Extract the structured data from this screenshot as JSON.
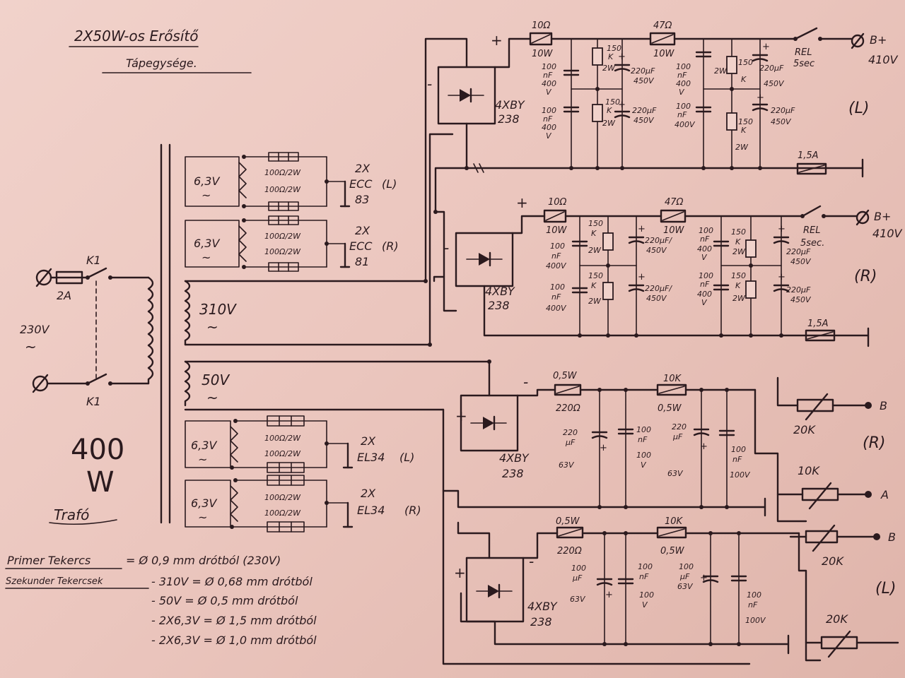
{
  "title": {
    "line1": "2X50W-os Erősítő",
    "line2": "Tápegysége."
  },
  "mains": {
    "fuse": "2A",
    "switch_top": "K1",
    "switch_bottom": "K1",
    "voltage": "230V",
    "ac": "~"
  },
  "transformer": {
    "power_num": "400",
    "power_unit": "W",
    "label": "Trafó"
  },
  "windings": {
    "w1": {
      "volt": "6,3V",
      "ac": "~",
      "r1": "100Ω/2W",
      "r2": "100Ω/2W",
      "tube_count": "2X",
      "tube_name": "ECC",
      "tube_side": "(L)",
      "tube_num": "83"
    },
    "w2": {
      "volt": "6,3V",
      "ac": "~",
      "r1": "100Ω/2W",
      "r2": "100Ω/2W",
      "tube_count": "2X",
      "tube_name": "ECC",
      "tube_side": "(R)",
      "tube_num": "81"
    },
    "hv": {
      "volt": "310V",
      "ac": "~"
    },
    "bias": {
      "volt": "50V",
      "ac": "~"
    },
    "w3": {
      "volt": "6,3V",
      "ac": "~",
      "r1": "100Ω/2W",
      "r2": "100Ω/2W",
      "tube_count": "2X",
      "tube_name": "EL34",
      "tube_side": "(L)"
    },
    "w4": {
      "volt": "6,3V",
      "ac": "~",
      "r1": "100Ω/2W",
      "r2": "100Ω/2W",
      "tube_count": "2X",
      "tube_name": "EL34",
      "tube_side": "(R)"
    }
  },
  "hv_left": {
    "rect_plus": "+",
    "rect_minus": "-",
    "rect_label": "4XBY",
    "rect_num": "238",
    "r1_val": "10Ω",
    "r1_w": "10W",
    "r2_val": "47Ω",
    "r2_w": "10W",
    "c_top": [
      "100",
      "nF",
      "400",
      "V"
    ],
    "c_bot": [
      "100",
      "nF",
      "400",
      "V"
    ],
    "res150_a": [
      "150",
      "K",
      "2W"
    ],
    "res150_b": [
      "150",
      "K",
      "2W"
    ],
    "el1": [
      "220μF",
      "450V"
    ],
    "el2": [
      "220μF",
      "450V"
    ],
    "c2_top": [
      "100",
      "nF",
      "400",
      "V"
    ],
    "c2_bot": [
      "100",
      "nF",
      "400V"
    ],
    "res150_c": [
      "2W",
      "150",
      "K"
    ],
    "res150_d": [
      "150",
      "K",
      "2W"
    ],
    "el3": [
      "220μF",
      "450V"
    ],
    "el4": [
      "220μF",
      "450V"
    ],
    "relay": "REL",
    "relay_time": "5sec",
    "out": "B+",
    "out_v": "410V",
    "fuse": "1,5A",
    "side": "(L)"
  },
  "hv_right": {
    "rect_plus": "+",
    "rect_minus": "-",
    "rect_label": "4XBY",
    "rect_num": "238",
    "r1_val": "10Ω",
    "r1_w": "10W",
    "r2_val": "47Ω",
    "r2_w": "10W",
    "c_top": [
      "100",
      "nF",
      "400V"
    ],
    "c_bot": [
      "100",
      "nF",
      "400V"
    ],
    "res150_a": [
      "150",
      "K",
      "2W"
    ],
    "res150_b": [
      "150",
      "K",
      "2W"
    ],
    "el1": [
      "220μF/",
      "450V"
    ],
    "el2": [
      "220μF/",
      "450V"
    ],
    "c2_top": [
      "100",
      "nF",
      "400",
      "V"
    ],
    "c2_bot": [
      "100",
      "nF",
      "400",
      "V"
    ],
    "res150_c": [
      "150",
      "K",
      "2W"
    ],
    "res150_d": [
      "150",
      "K",
      "2W"
    ],
    "el3": [
      "220μF",
      "450V"
    ],
    "el4": [
      "220μF",
      "450V"
    ],
    "relay": "REL",
    "relay_time": "5sec.",
    "out": "B+",
    "out_v": "410V",
    "fuse": "1,5A",
    "side": "(R)"
  },
  "bias_right": {
    "rect_plus": "+",
    "rect_minus": "-",
    "rect_label": "4XBY",
    "rect_num": "238",
    "r1_w": "0,5W",
    "r1_val": "220Ω",
    "r2_val": "10K",
    "r2_w": "0,5W",
    "el1": [
      "220",
      "μF",
      "63V"
    ],
    "c1": [
      "100",
      "nF",
      "100",
      "V"
    ],
    "el2": [
      "220",
      "μF",
      "63V"
    ],
    "c2": [
      "100",
      "nF",
      "100V"
    ],
    "pot1": "20K",
    "pot2": "10K",
    "out_b": "B",
    "out_a": "A",
    "side": "(R)"
  },
  "bias_left": {
    "rect_plus": "+",
    "rect_minus": "-",
    "rect_label": "4XBY",
    "rect_num": "238",
    "r1_w": "0,5W",
    "r1_val": "220Ω",
    "r2_val": "10K",
    "r2_w": "0,5W",
    "el1": [
      "100",
      "μF",
      "63V"
    ],
    "c1": [
      "100",
      "nF",
      "100",
      "V"
    ],
    "el2": [
      "100",
      "μF",
      "63V"
    ],
    "c2": [
      "100",
      "nF",
      "100V"
    ],
    "pot1": "20K",
    "pot2": "20K",
    "out_b": "B",
    "side": "(L)"
  },
  "notes": {
    "primer_label": "Primer Tekercs",
    "primer_val": "= Ø 0,9 mm drótból (230V)",
    "sek_label": "Szekunder Tekercsek",
    "sek1": "- 310V = Ø 0,68 mm drótból",
    "sek2": "- 50V = Ø 0,5 mm drótból",
    "sek3": "- 2X6,3V = Ø 1,5 mm drótból",
    "sek4": "- 2X6,3V = Ø 1,0 mm drótból"
  }
}
